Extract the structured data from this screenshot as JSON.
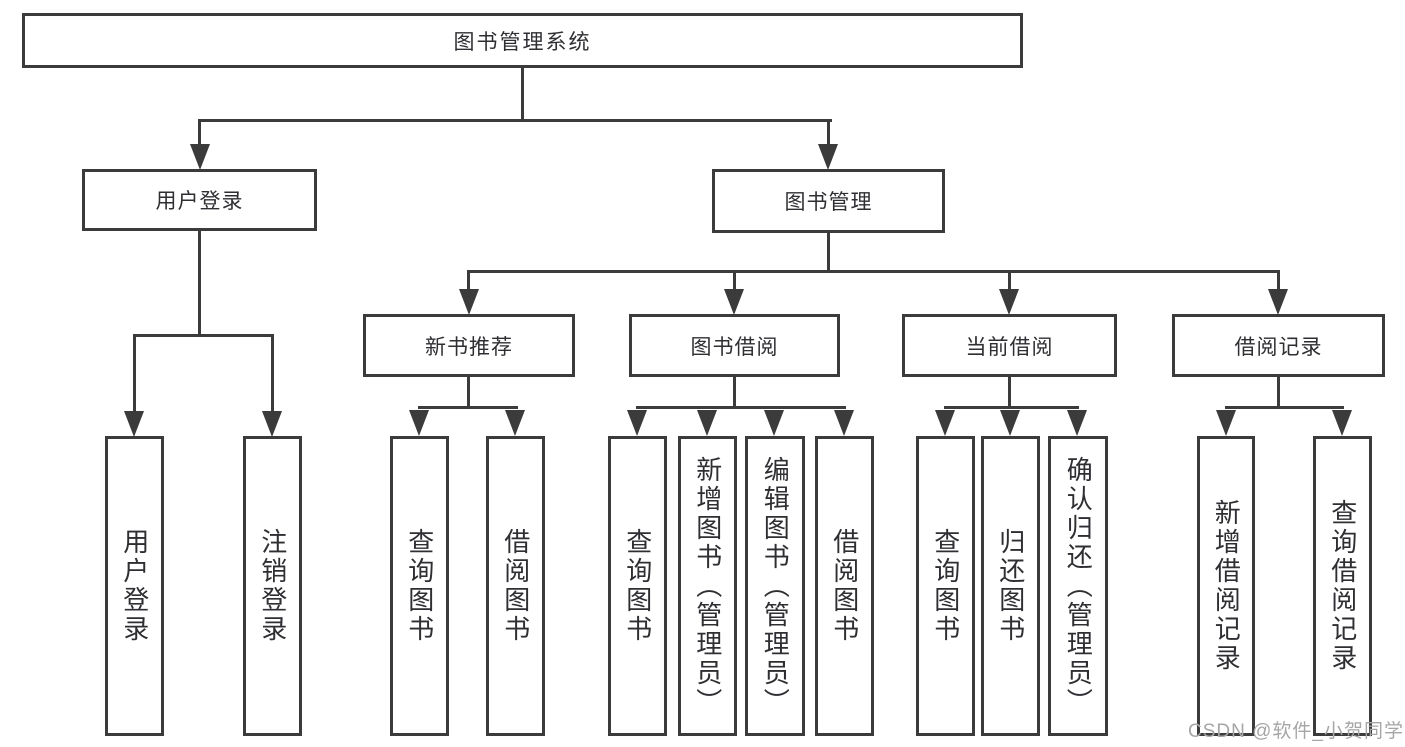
{
  "title": "图书管理系统",
  "branches": {
    "user_login": {
      "label": "用户登录",
      "children": [
        "用户登录",
        "注销登录"
      ]
    },
    "book_management": {
      "label": "图书管理",
      "sections": [
        {
          "label": "新书推荐",
          "children": [
            "查询图书",
            "借阅图书"
          ]
        },
        {
          "label": "图书借阅",
          "children": [
            "查询图书",
            "新增图书（管理员）",
            "编辑图书（管理员）",
            "借阅图书"
          ]
        },
        {
          "label": "当前借阅",
          "children": [
            "查询图书",
            "归还图书",
            "确认归还（管理员）"
          ]
        },
        {
          "label": "借阅记录",
          "children": [
            "新增借阅记录",
            "查询借阅记录"
          ]
        }
      ]
    }
  },
  "watermark": "CSDN @软件_小贺同学",
  "colors": {
    "line": "#3b3b3b",
    "text": "#2f2f33",
    "watermark": "#a6a6a6"
  }
}
